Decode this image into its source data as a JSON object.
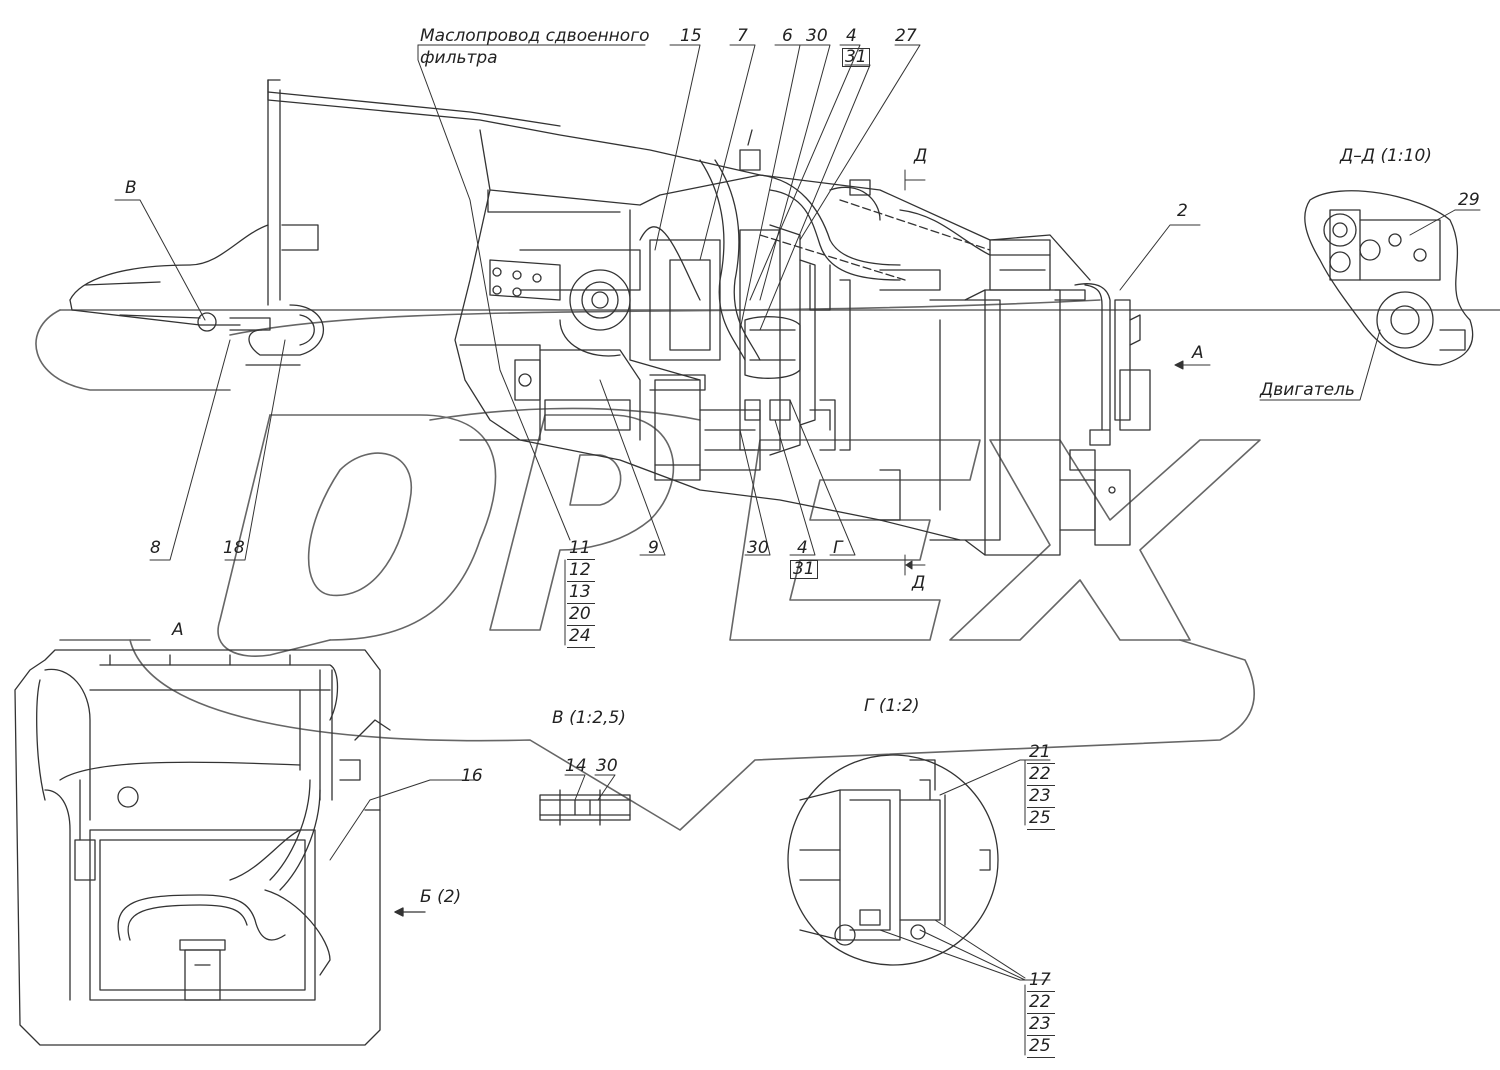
{
  "labels": {
    "maslo_line1": "Маслопровод сдвоенного",
    "maslo_line2": "фильтра",
    "n15": "15",
    "n7": "7",
    "n6": "6",
    "n30top": "30",
    "n4top": "4",
    "n31top": "31",
    "n27": "27",
    "dd_arrow_top": "Д",
    "dd_title": "Д–Д (1:10)",
    "n29": "29",
    "n2": "2",
    "a_arrow": "А",
    "dvigatel": "Двигатель",
    "v_callout": "В",
    "n8": "8",
    "n18": "18",
    "stack11": [
      "11",
      "12",
      "13",
      "20",
      "24"
    ],
    "n9": "9",
    "n30bot": "30",
    "n4bot": "4",
    "n31bot": "31",
    "g_callout": "Г",
    "dd_arrow_bot": "Д",
    "view_a": "А",
    "n16": "16",
    "b2": "Б (2)",
    "view_v": "В (1:2,5)",
    "n14": "14",
    "n30v": "30",
    "view_g": "Г (1:2)",
    "stack21": [
      "21",
      "22",
      "23",
      "25"
    ],
    "stack17": [
      "17",
      "22",
      "23",
      "25"
    ]
  },
  "watermark": "OPEX",
  "colors": {
    "line": "#333333",
    "watermark": "#555555"
  }
}
